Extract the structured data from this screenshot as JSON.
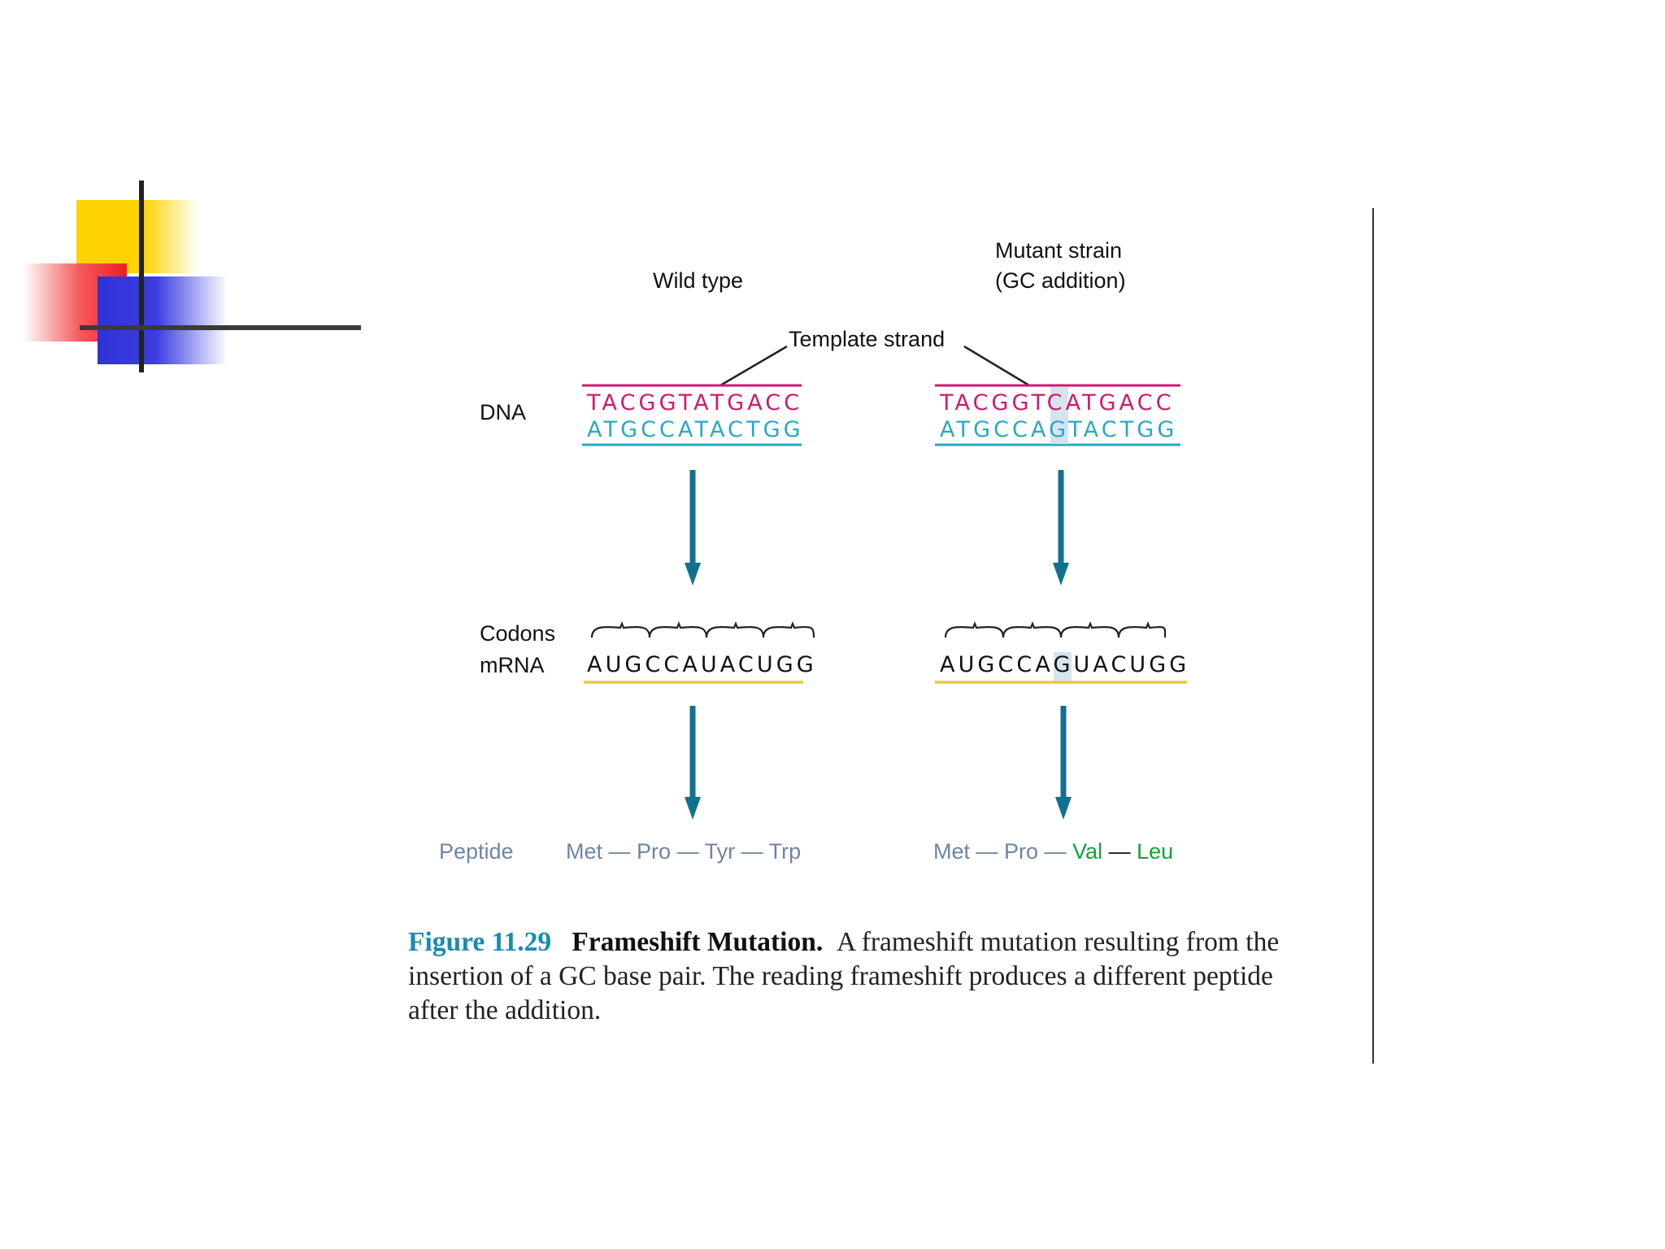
{
  "diagram": {
    "wild_type_label": "Wild type",
    "mutant_label_line1": "Mutant strain",
    "mutant_label_line2": "(GC addition)",
    "template_strand_label": "Template strand",
    "dna_label": "DNA",
    "codons_label": "Codons",
    "mrna_label": "mRNA",
    "peptide_label": "Peptide",
    "wild": {
      "template": "TACGGTATGACC",
      "coding": "ATGCCATACTGG",
      "mrna": "AUGCCAUACUGG",
      "peptide": [
        "Met",
        "Pro",
        "Tyr",
        "Trp"
      ]
    },
    "mutant": {
      "template_pre": "TACGGT",
      "template_ins": "C",
      "template_post": "ATGACC",
      "coding_pre": "ATGCCA",
      "coding_ins": "G",
      "coding_post": "TACTGG",
      "mrna_pre": "AUGCCA",
      "mrna_ins": "G",
      "mrna_post": "UACUGG",
      "peptide": [
        "Met",
        "Pro",
        "Val",
        "Leu"
      ]
    },
    "colors": {
      "template": "#d0186e",
      "coding": "#2aa8c6",
      "arrow": "#11708e",
      "mrna_underline": "#e8c93a",
      "changed_amino_acid": "#11a23a",
      "insertion_highlight": "#d5e4ef"
    }
  },
  "caption": {
    "figure_number": "Figure 11.29",
    "title": "Frameshift Mutation.",
    "text": "A frameshift mutation resulting from the insertion of a GC base pair. The reading frameshift produces a different peptide after the addition."
  }
}
